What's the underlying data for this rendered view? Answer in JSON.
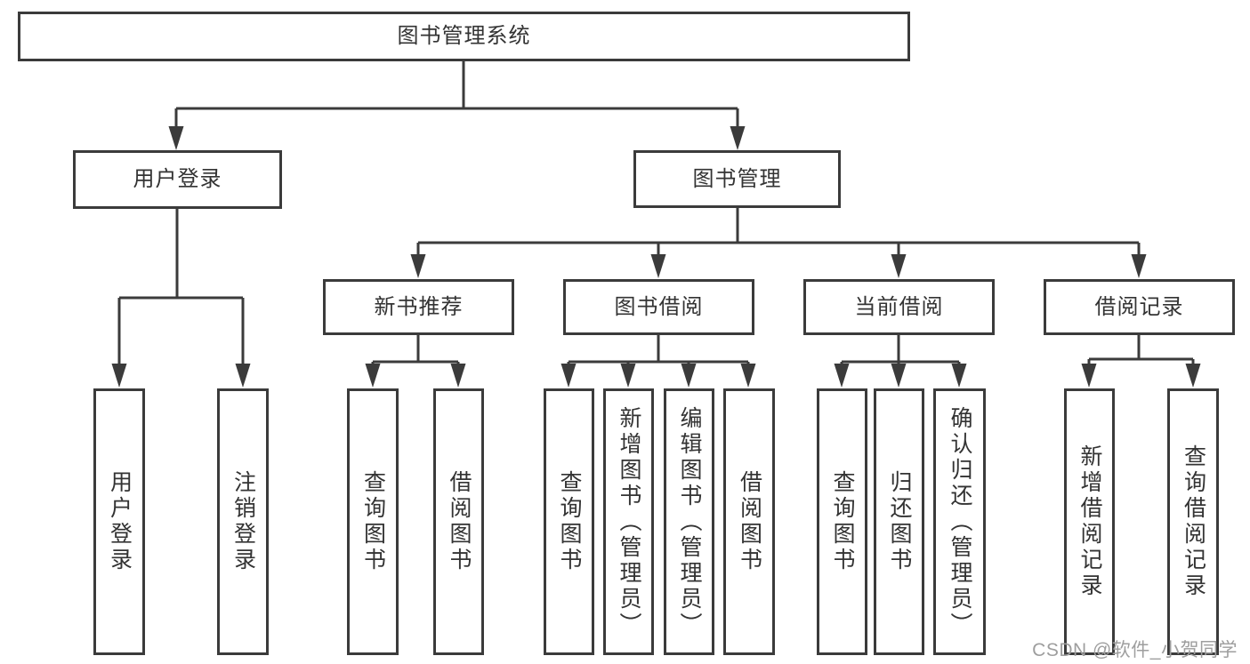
{
  "diagram_title": "图书管理系统",
  "tree": {
    "root": {
      "label": "图书管理系统"
    },
    "branches": [
      {
        "label": "用户登录",
        "children": [
          {
            "label": "用户登录"
          },
          {
            "label": "注销登录"
          }
        ]
      },
      {
        "label": "图书管理",
        "children": [
          {
            "label": "新书推荐",
            "children": [
              {
                "label": "查询图书"
              },
              {
                "label": "借阅图书"
              }
            ]
          },
          {
            "label": "图书借阅",
            "children": [
              {
                "label": "查询图书"
              },
              {
                "label": "新增图书（管理员）"
              },
              {
                "label": "编辑图书（管理员）"
              },
              {
                "label": "借阅图书"
              }
            ]
          },
          {
            "label": "当前借阅",
            "children": [
              {
                "label": "查询图书"
              },
              {
                "label": "归还图书"
              },
              {
                "label": "确认归还（管理员）"
              }
            ]
          },
          {
            "label": "借阅记录",
            "children": [
              {
                "label": "新增借阅记录"
              },
              {
                "label": "查询借阅记录"
              }
            ]
          }
        ]
      }
    ]
  },
  "watermark": {
    "text": "CSDN @软件_小贺同学"
  },
  "colors": {
    "line": "#3b3b3b",
    "box_border": "#3b3b3b",
    "text": "#333333",
    "background": "#ffffff",
    "watermark_text": "#9e9e9e"
  }
}
